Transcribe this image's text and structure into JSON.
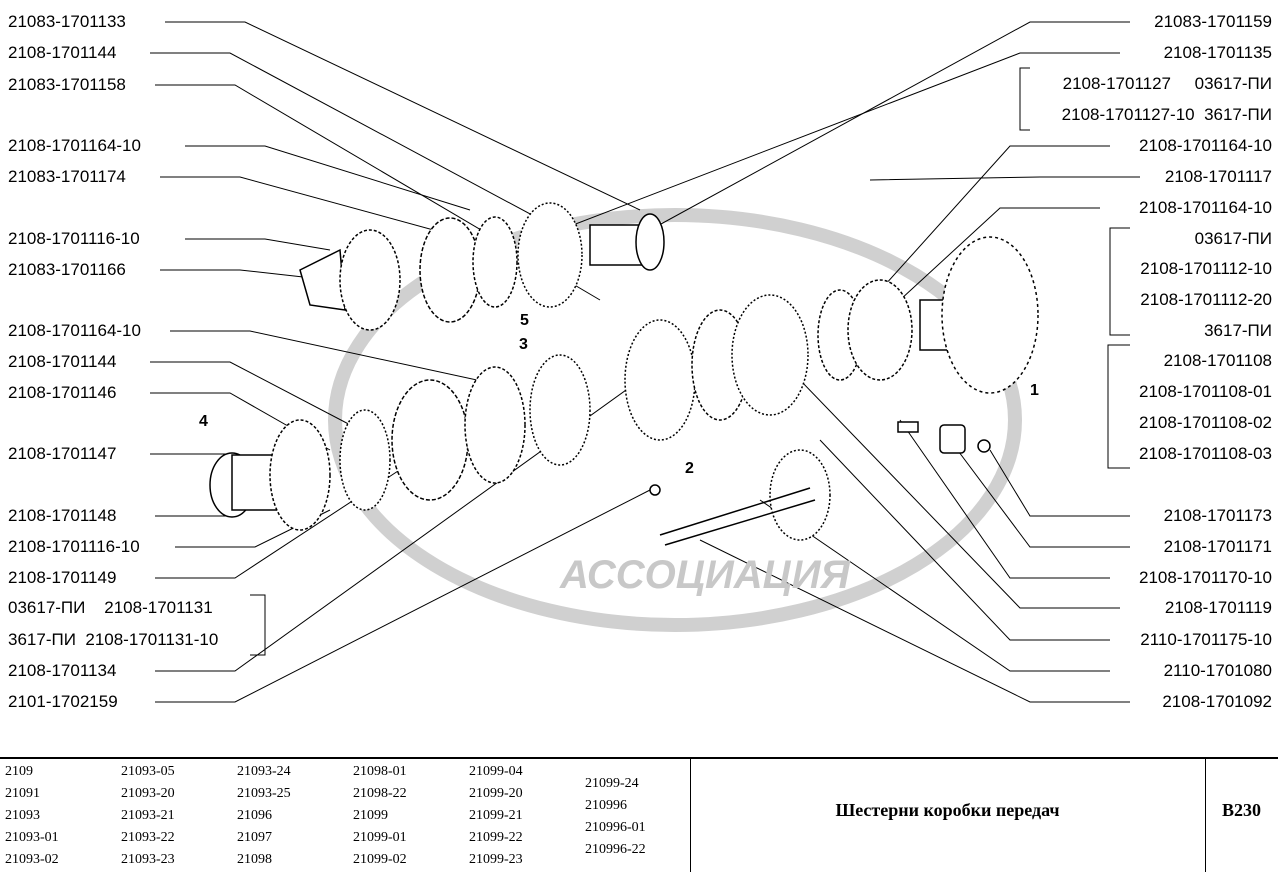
{
  "left_labels": [
    "21083-1701133",
    "2108-1701144",
    "21083-1701158",
    "2108-1701164-10",
    "21083-1701174",
    "2108-1701116-10",
    "21083-1701166",
    "2108-1701164-10",
    "2108-1701144",
    "2108-1701146",
    "2108-1701147",
    "2108-1701148",
    "2108-1701116-10",
    "2108-1701149",
    "03617-ПИ    2108-1701131",
    "3617-ПИ  2108-1701131-10",
    "2108-1701134",
    "2101-1702159"
  ],
  "right_labels": [
    "21083-1701159",
    "2108-1701135",
    "2108-1701127     03617-ПИ",
    "2108-1701127-10  3617-ПИ",
    "2108-1701164-10",
    "2108-1701117",
    "2108-1701164-10",
    "03617-ПИ",
    "2108-1701112-10",
    "2108-1701112-20",
    "3617-ПИ",
    "2108-1701108",
    "2108-1701108-01",
    "2108-1701108-02",
    "2108-1701108-03",
    "2108-1701173",
    "2108-1701171",
    "2108-1701170-10",
    "2108-1701119",
    "2110-1701175-10",
    "2110-1701080",
    "2108-1701092"
  ],
  "callouts": [
    "5",
    "3",
    "4",
    "2",
    "1"
  ],
  "models": [
    [
      "2109",
      "21091",
      "21093",
      "21093-01",
      "21093-02"
    ],
    [
      "21093-05",
      "21093-20",
      "21093-21",
      "21093-22",
      "21093-23"
    ],
    [
      "21093-24",
      "21093-25",
      "21096",
      "21097",
      "21098"
    ],
    [
      "21098-01",
      "21098-22",
      "21099",
      "21099-01",
      "21099-02"
    ],
    [
      "21099-04",
      "21099-20",
      "21099-21",
      "21099-22",
      "21099-23"
    ],
    [
      "21099-24",
      "210996",
      "210996-01",
      "210996-22"
    ]
  ],
  "title": "Шестерни коробки передач",
  "code": "В230",
  "watermark": "АССОЦИАЦИЯ"
}
